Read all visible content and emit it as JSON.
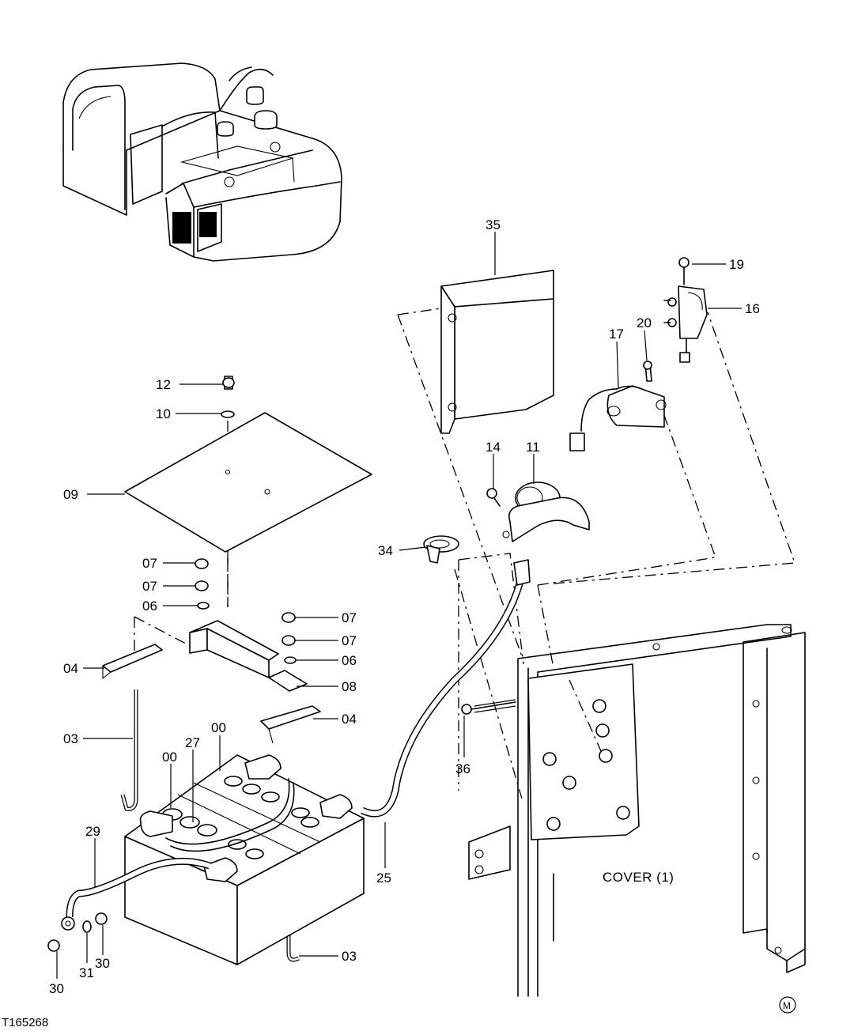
{
  "figure_id": "T165268",
  "cover_note": "COVER (1)",
  "mark": "M",
  "callouts": [
    "35",
    "19",
    "16",
    "17",
    "20",
    "12",
    "10",
    "09",
    "14",
    "11",
    "34",
    "07",
    "07",
    "06",
    "07",
    "07",
    "06",
    "08",
    "04",
    "04",
    "03",
    "36",
    "00",
    "27",
    "00",
    "29",
    "25",
    "03",
    "30",
    "31",
    "30"
  ]
}
